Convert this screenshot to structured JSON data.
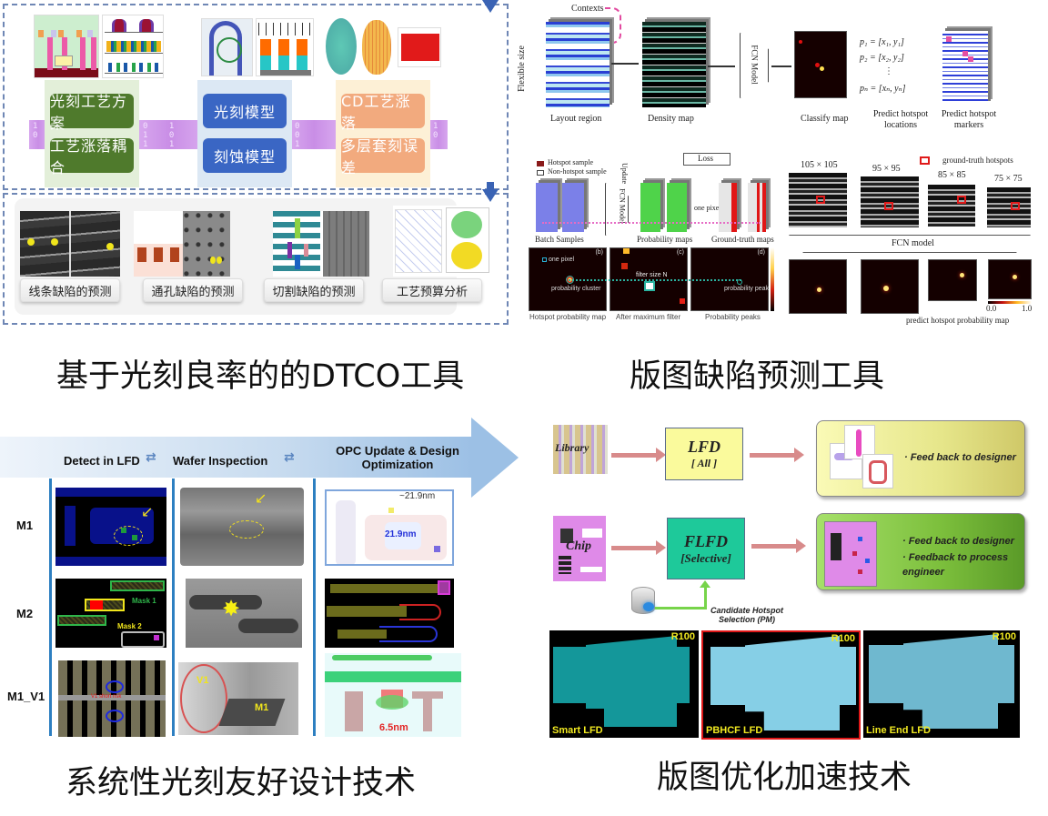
{
  "captions": {
    "dtco": "基于光刻良率的的DTCO工具",
    "hotspot": "版图缺陷预测工具",
    "lfd": "系统性光刻友好设计技术",
    "optimization": "版图优化加速技术"
  },
  "dtco": {
    "columns": [
      {
        "items": [
          "光刻工艺方案",
          "工艺涨落耦合"
        ],
        "color": "#4f7a2c",
        "bg": "#e3efd9"
      },
      {
        "items": [
          "光刻模型",
          "刻蚀模型"
        ],
        "color": "#3a66c4",
        "bg": "#dce8f4"
      },
      {
        "items": [
          "CD工艺涨落",
          "多层套刻误差"
        ],
        "color": "#f2aa7e",
        "bg": "#fdf0d6"
      }
    ],
    "bits": [
      "0 1 1 0",
      "1 1 0 1",
      "0 0 1 0",
      "1 0"
    ],
    "predictions": [
      "线条缺陷的预测",
      "通孔缺陷的预测",
      "切割缺陷的预测",
      "工艺预算分析"
    ]
  },
  "hotspot": {
    "top": {
      "contexts": "Contexts",
      "flexible_size": "Flexible size",
      "fcn_model": "FCN Model",
      "labels": [
        "Layout region",
        "Density map",
        "Classify map",
        "Predict hotspot locations",
        "Predict hotspot markers"
      ],
      "points": [
        "p₁ = [x₁, y₁]",
        "p₂ = [x₂, y₂]",
        "⋮",
        "pₙ = [xₙ, yₙ]"
      ]
    },
    "training": {
      "legend": [
        "Hotspot sample",
        "Non-hotspot sample"
      ],
      "loss": "Loss",
      "update": "Update",
      "fcn_model": "FCN Model",
      "one_pixel": "one pixel",
      "labels": [
        "Batch Samples",
        "Probability maps",
        "Ground-truth maps"
      ]
    },
    "filter": {
      "panel_tags": [
        "(b)",
        "(c)",
        "(d)"
      ],
      "annotations": [
        "one pixel",
        "probability cluster",
        "filter size N",
        "probability peak"
      ],
      "labels": [
        "Hotspot probability map",
        "After maximum filter",
        "Probability peaks"
      ]
    },
    "multiscale": {
      "sizes": [
        "105 × 105",
        "95 × 95",
        "85 × 85",
        "75 × 75"
      ],
      "legend": "ground-truth hotspots",
      "fcn_model": "FCN model",
      "scale_min": "0.0",
      "scale_max": "1.0",
      "caption": "predict hotspot probability map"
    }
  },
  "lfd": {
    "headers": [
      "Detect in LFD",
      "Wafer Inspection",
      "OPC Update & Design Optimization"
    ],
    "rows": [
      "M1",
      "M2",
      "M1_V1"
    ],
    "annotations": {
      "m1_measure_top": "~21.9nm",
      "m1_measure": "21.9nm",
      "mask1": "Mask 1",
      "mask2": "Mask 2",
      "v1_risk": "V1 short risk",
      "v1": "V1",
      "m1": "M1",
      "v1_measure": "6.5nm"
    }
  },
  "optimization": {
    "library": "Library",
    "chip": "Chip",
    "lfd_title": "LFD",
    "lfd_sub": "[ All ]",
    "flfd_title": "FLFD",
    "flfd_sub": "[Selective]",
    "candidate": "Candidate Hotspot Selection (PM)",
    "bullets_top": [
      "Feed back to designer"
    ],
    "bullets_bottom": [
      "Feed back to designer",
      "Feedback to process engineer"
    ],
    "maps": [
      {
        "label": "Smart LFD",
        "tag": "R100",
        "color": "#14979a"
      },
      {
        "label": "PBHCF LFD",
        "tag": "R100",
        "color": "#86cfe6"
      },
      {
        "label": "Line End LFD",
        "tag": "R100",
        "color": "#6fb8cf"
      }
    ]
  }
}
